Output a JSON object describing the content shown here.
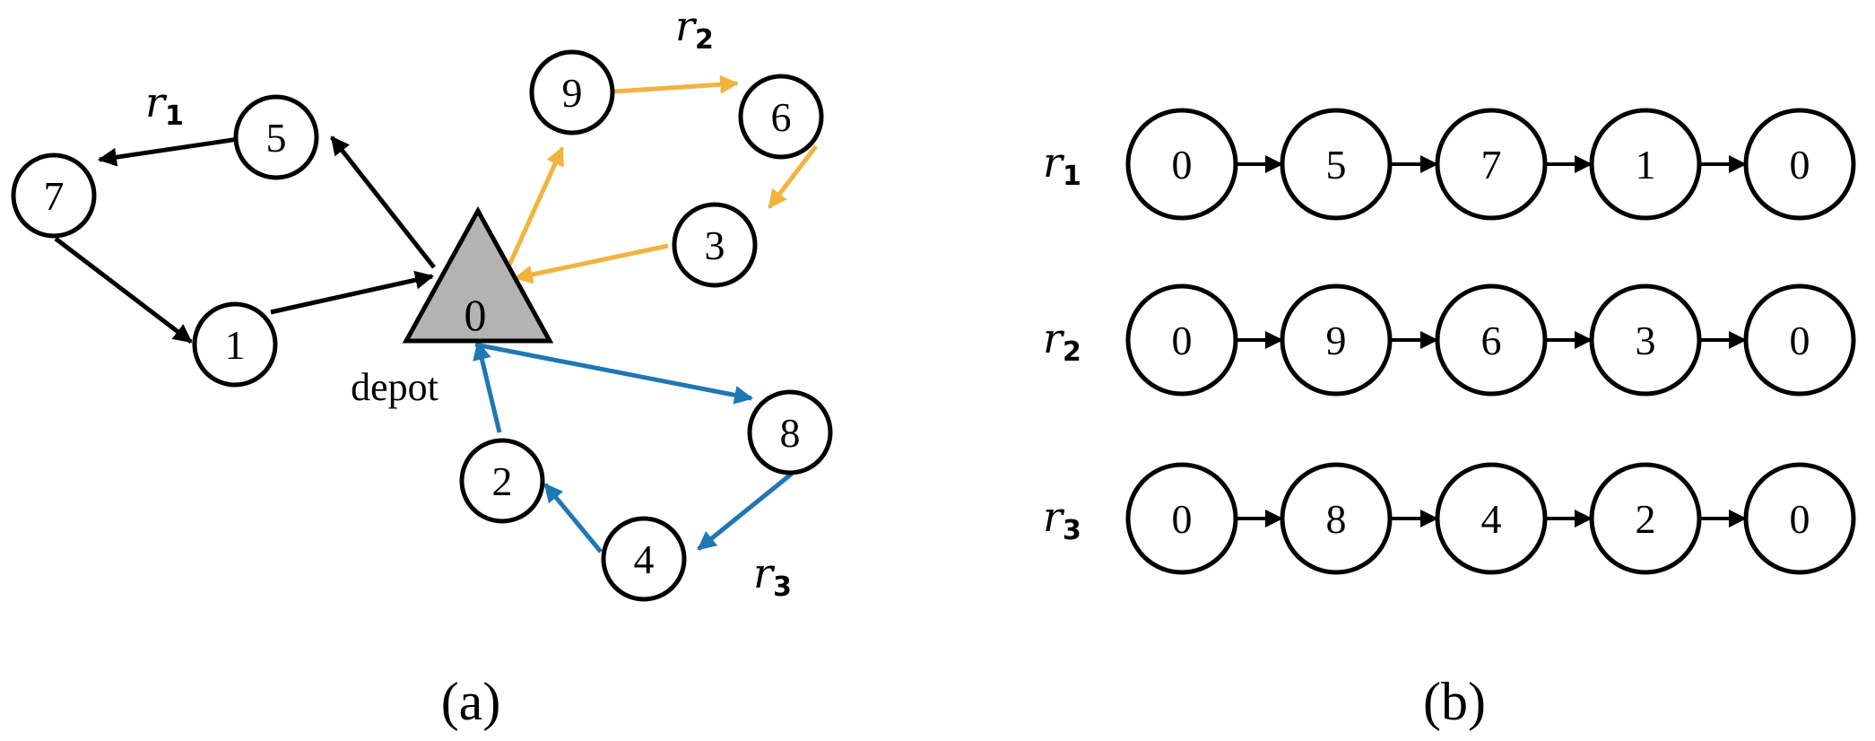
{
  "panel_a": {
    "caption": "(a)",
    "depot": {
      "number": "0",
      "label": "depot"
    },
    "nodes": [
      {
        "id": "1"
      },
      {
        "id": "2"
      },
      {
        "id": "3"
      },
      {
        "id": "4"
      },
      {
        "id": "5"
      },
      {
        "id": "6"
      },
      {
        "id": "7"
      },
      {
        "id": "8"
      },
      {
        "id": "9"
      }
    ],
    "routes": [
      {
        "letter": "r",
        "sub": "1",
        "color": "#000000",
        "path": [
          "0",
          "5",
          "7",
          "1",
          "0"
        ]
      },
      {
        "letter": "r",
        "sub": "2",
        "color": "#F2B33D",
        "path": [
          "0",
          "9",
          "6",
          "3",
          "0"
        ]
      },
      {
        "letter": "r",
        "sub": "3",
        "color": "#1F77B4",
        "path": [
          "0",
          "8",
          "4",
          "2",
          "0"
        ]
      }
    ]
  },
  "panel_b": {
    "caption": "(b)",
    "rows": [
      {
        "letter": "r",
        "sub": "1",
        "sequence": [
          "0",
          "5",
          "7",
          "1",
          "0"
        ]
      },
      {
        "letter": "r",
        "sub": "2",
        "sequence": [
          "0",
          "9",
          "6",
          "3",
          "0"
        ]
      },
      {
        "letter": "r",
        "sub": "3",
        "sequence": [
          "0",
          "8",
          "4",
          "2",
          "0"
        ]
      }
    ]
  }
}
